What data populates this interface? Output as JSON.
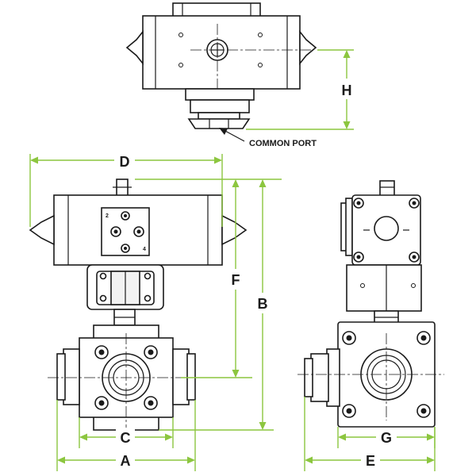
{
  "labels": {
    "common_port": "COMMON PORT",
    "dim_h": "H",
    "dim_d": "D",
    "dim_f": "F",
    "dim_b": "B",
    "dim_c": "C",
    "dim_a": "A",
    "dim_g": "G",
    "dim_e": "E",
    "plate_mark_2": "2",
    "plate_mark_4": "4"
  },
  "colors": {
    "dimension_line": "#8cc63f",
    "outline": "#1a1a1a"
  }
}
